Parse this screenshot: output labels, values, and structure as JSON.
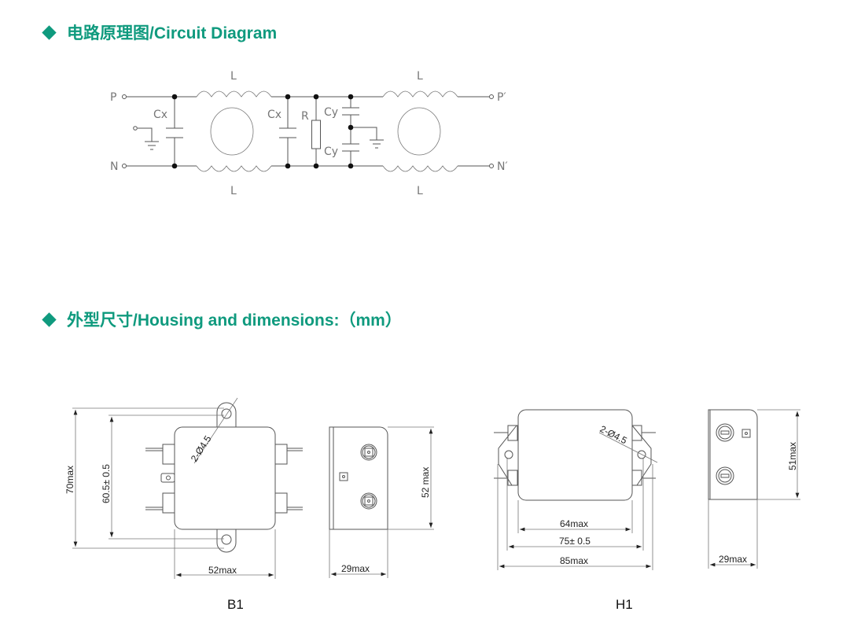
{
  "sections": {
    "circuit_title": "电路原理图/Circuit Diagram",
    "housing_title": "外型尺寸/Housing and dimensions:（mm）"
  },
  "circuit": {
    "terminals": {
      "p": "P",
      "n": "N",
      "p_out": "P′",
      "n_out": "N′"
    },
    "inductor_label": "L",
    "cx_label": "Cx",
    "cy_label": "Cy",
    "r_label": "R"
  },
  "b1": {
    "label": "B1",
    "height_max": "70max",
    "hole_pitch": "60.5± 0.5",
    "hole_dia": "2-Ø4.5",
    "width_max": "52max",
    "side_height": "52 max",
    "side_depth": "29max"
  },
  "h1": {
    "label": "H1",
    "hole_dia": "2-Ø4.5",
    "body_width": "64max",
    "hole_pitch": "75± 0.5",
    "overall_width": "85max",
    "side_height": "51max",
    "side_depth": "29max"
  },
  "colors": {
    "accent": "#0f9a7e"
  }
}
